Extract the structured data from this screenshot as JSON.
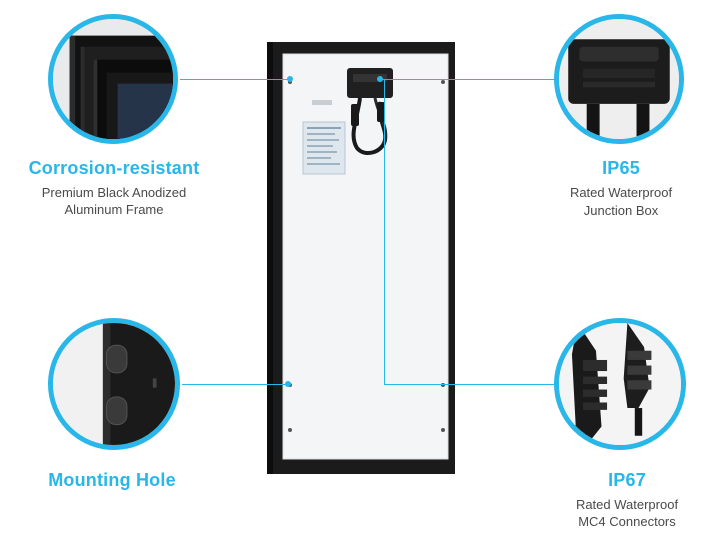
{
  "accent_color": "#29b6e8",
  "callouts": {
    "frame": {
      "title": "Corrosion-resistant",
      "line1": "Premium Black Anodized",
      "line2": "Aluminum Frame",
      "icon": "frame-corner-closeup"
    },
    "junction_box": {
      "title": "IP65",
      "line1": "Rated Waterproof",
      "line2": "Junction Box",
      "icon": "junction-box-closeup"
    },
    "mounting": {
      "title": "Mounting Hole",
      "icon": "mounting-hole-closeup"
    },
    "connectors": {
      "title": "IP67",
      "line1": "Rated Waterproof",
      "line2": "MC4 Connectors",
      "icon": "mc4-connector-closeup"
    }
  }
}
